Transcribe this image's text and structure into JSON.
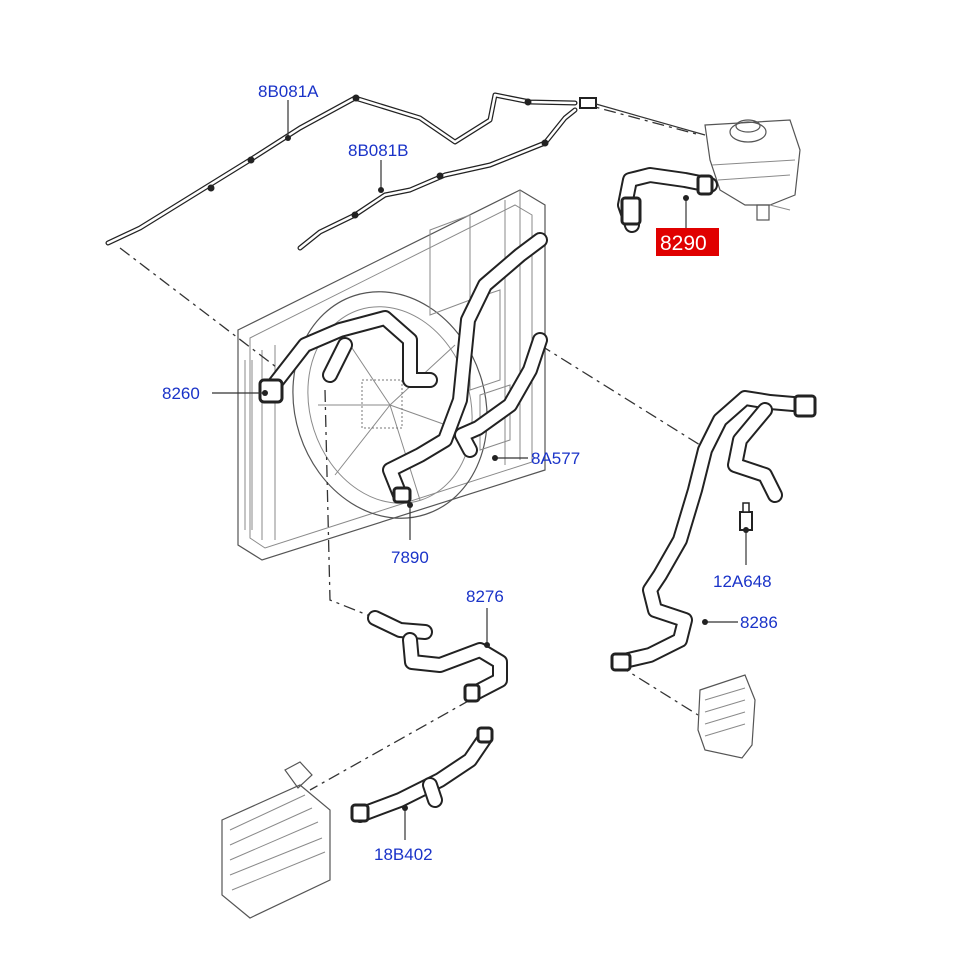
{
  "diagram": {
    "part_labels": [
      {
        "id": "p-8b081a",
        "text": "8B081A"
      },
      {
        "id": "p-8b081b",
        "text": "8B081B"
      },
      {
        "id": "p-8290",
        "text": "8290",
        "highlighted": true
      },
      {
        "id": "p-8260",
        "text": "8260"
      },
      {
        "id": "p-8a577",
        "text": "8A577"
      },
      {
        "id": "p-7890",
        "text": "7890"
      },
      {
        "id": "p-12a648",
        "text": "12A648"
      },
      {
        "id": "p-8276",
        "text": "8276"
      },
      {
        "id": "p-8286",
        "text": "8286"
      },
      {
        "id": "p-18b402",
        "text": "18B402"
      }
    ],
    "colors": {
      "label": "#1a33c8",
      "highlight_bg": "#e00000",
      "highlight_text": "#ffffff",
      "line": "#222222"
    }
  }
}
